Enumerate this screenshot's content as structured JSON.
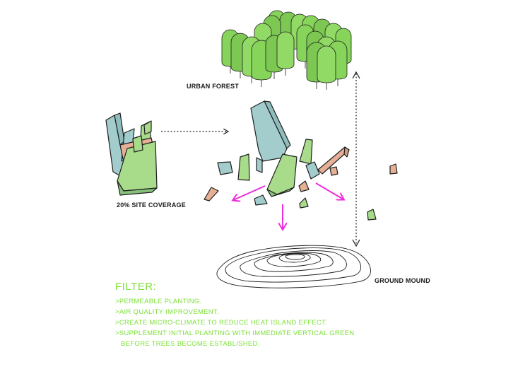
{
  "labels": {
    "urban_forest": "URBAN FOREST",
    "site_coverage": "20% SITE COVERAGE",
    "ground_mound": "GROUND MOUND"
  },
  "filter": {
    "title": "FILTER:",
    "items": [
      ">PERMEABLE PLANTING.",
      ">AIR QUALITY IMPROVEMENT.",
      ">CREATE MICRO-CLIMATE TO REDUCE HEAT ISLAND EFFECT.",
      ">SUPPLEMENT INITIAL PLANTING WITH IMMEDIATE VERTICAL GREEN",
      "BEFORE TREES BECOME ESTABLISHED."
    ]
  },
  "colors": {
    "green": "#a8dc8a",
    "blue": "#a3cccc",
    "salmon": "#e5b095",
    "tree": "#86d45a",
    "arrow": "#ee2ddb",
    "filter_text": "#7ee03a",
    "outline": "#1e1e1e"
  }
}
